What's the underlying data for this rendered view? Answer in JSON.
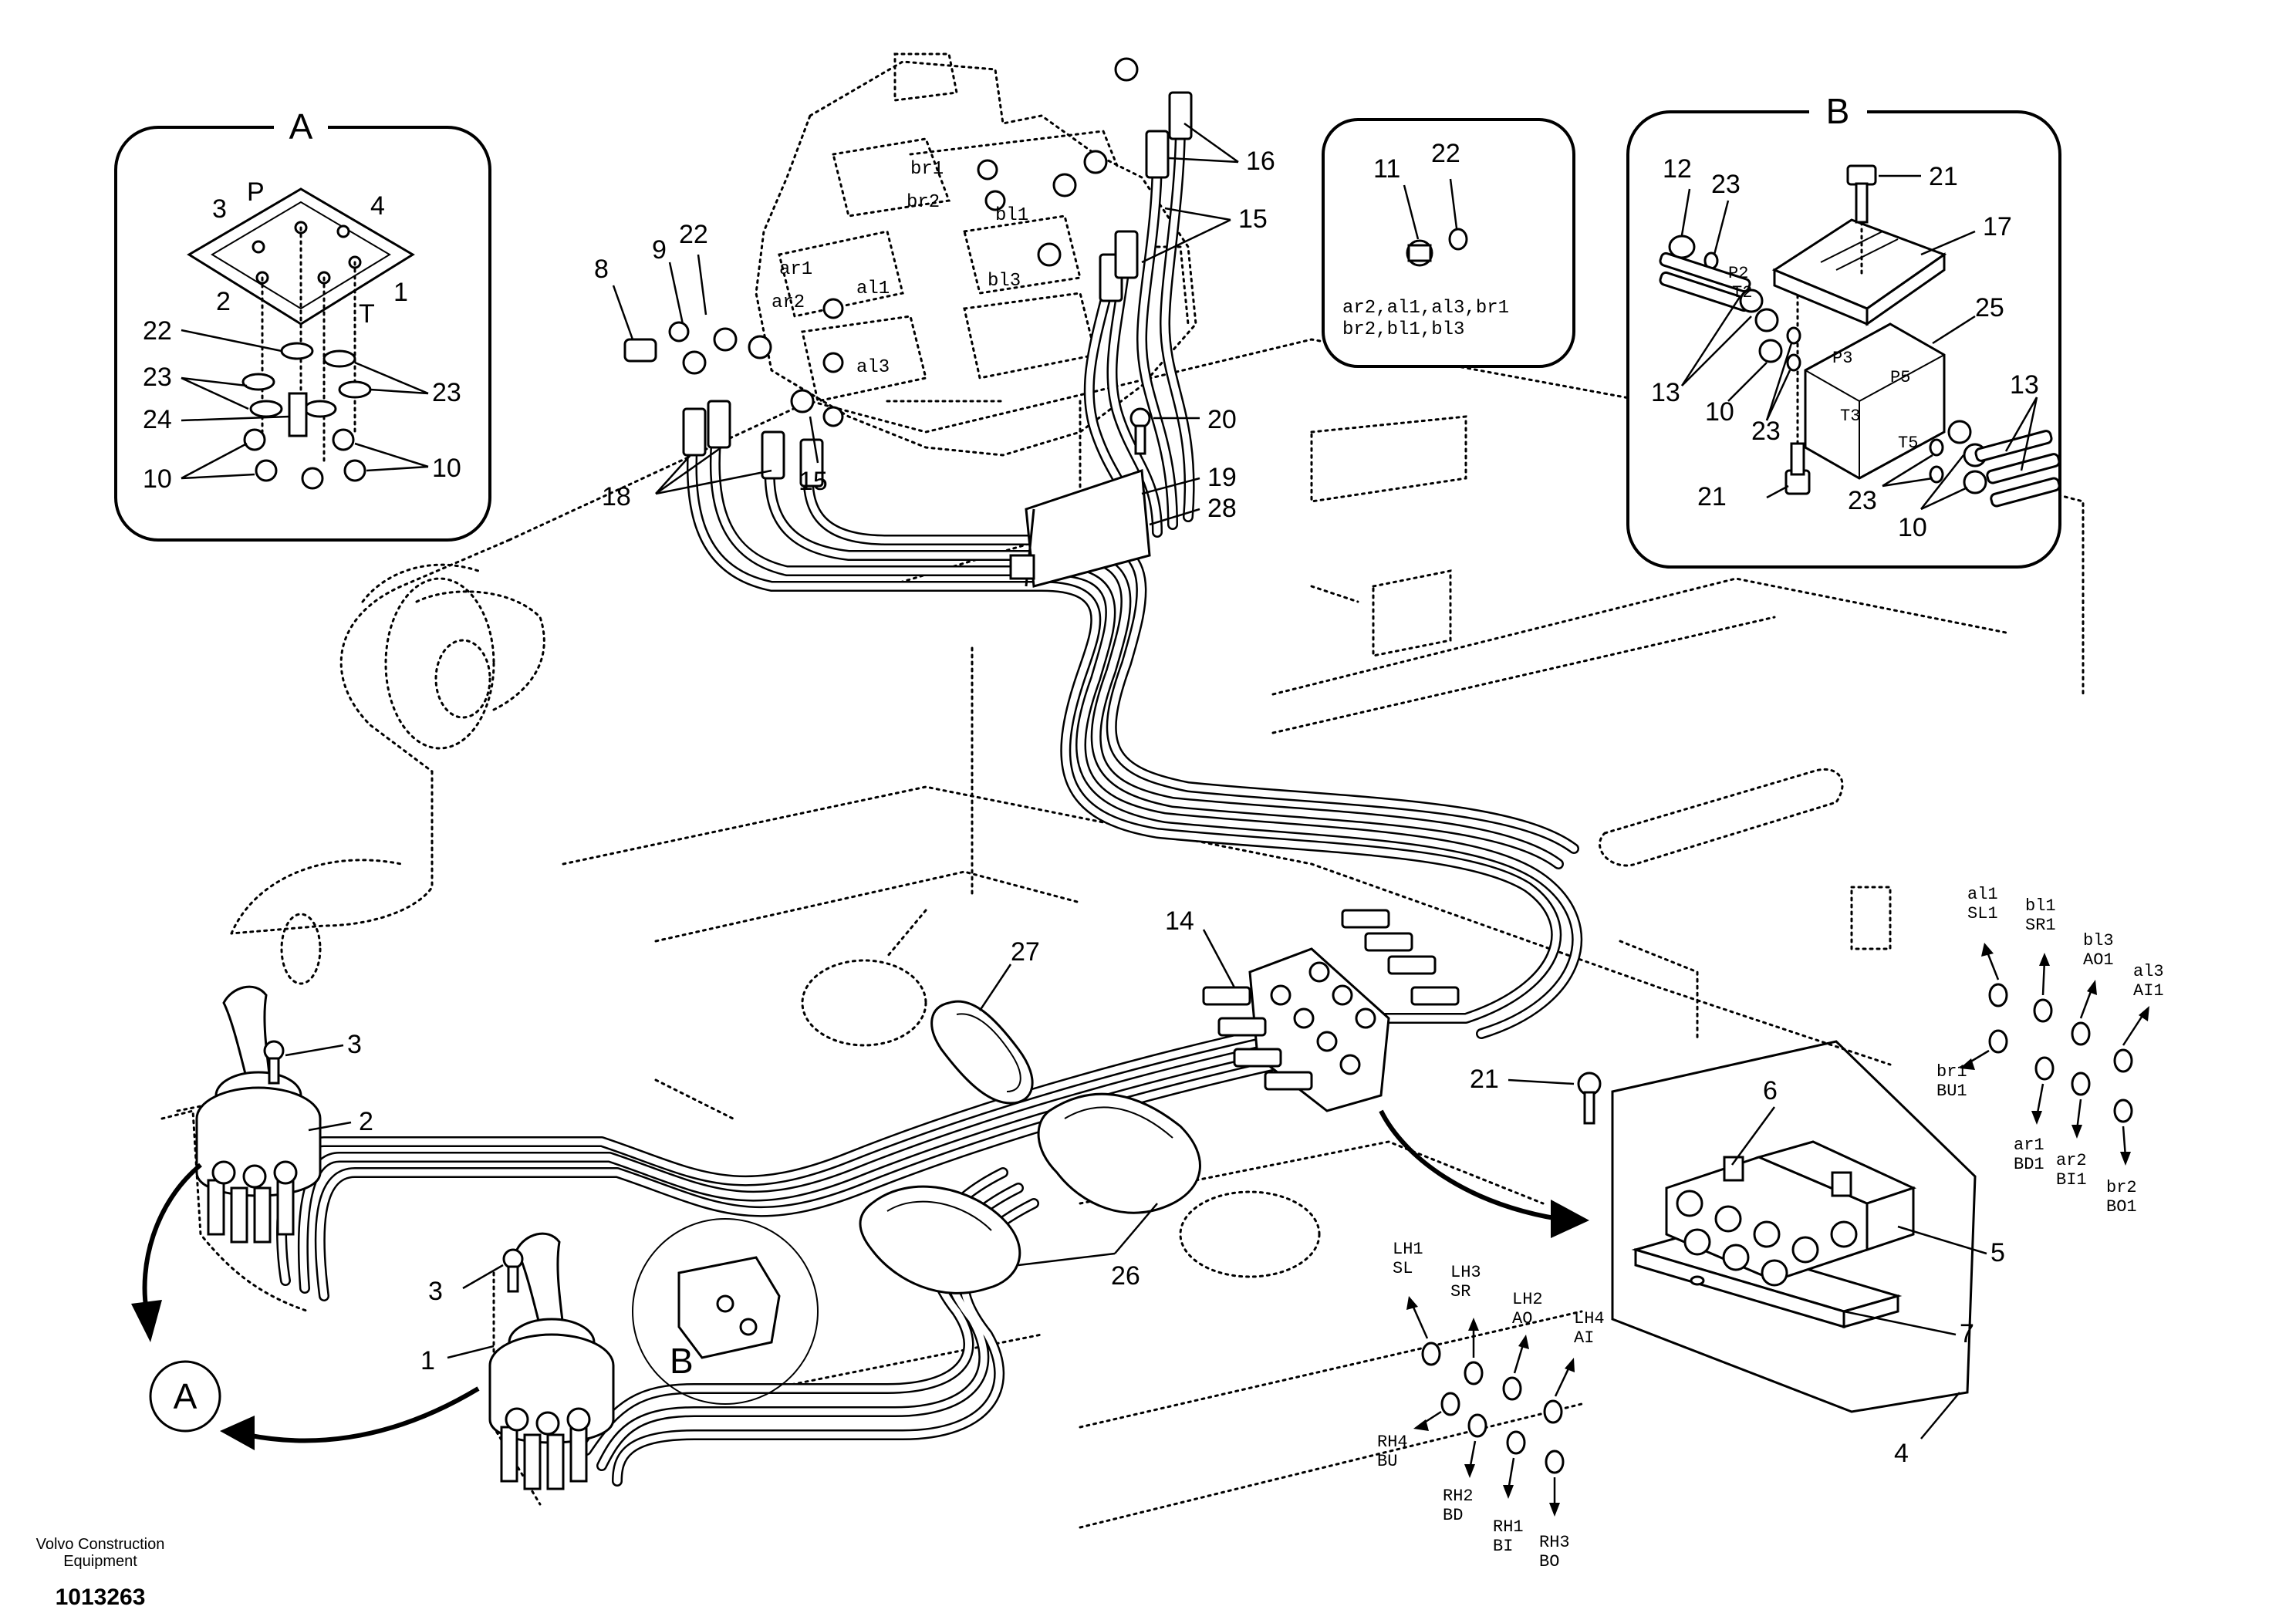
{
  "detail_a": {
    "title": "A",
    "ports": [
      "3",
      "P",
      "4",
      "2",
      "1",
      "T"
    ],
    "callouts": [
      "22",
      "23",
      "23",
      "24",
      "10",
      "10"
    ]
  },
  "detail_middle": {
    "callouts": [
      "11",
      "22"
    ],
    "port_list_line1": "ar2,al1,al3,br1",
    "port_list_line2": "br2,bl1,bl3"
  },
  "detail_b": {
    "title": "B",
    "callouts": [
      "12",
      "23",
      "21",
      "17",
      "25",
      "13",
      "10",
      "23",
      "13",
      "21",
      "23",
      "10"
    ],
    "ports": [
      "P2",
      "T2",
      "P3",
      "P5",
      "T3",
      "T5"
    ]
  },
  "valve": {
    "ports": [
      "br1",
      "br2",
      "bl1",
      "ar1",
      "al1",
      "ar2",
      "bl3",
      "al3"
    ],
    "callouts": [
      "16",
      "15",
      "8",
      "9",
      "22",
      "15",
      "18",
      "20",
      "19",
      "28"
    ]
  },
  "main_callouts": [
    "14",
    "27",
    "3",
    "2",
    "3",
    "1",
    "26",
    "21",
    "6",
    "5",
    "7",
    "4"
  ],
  "circle_refs": {
    "a": "A",
    "b": "B"
  },
  "right_ports": [
    {
      "top": "al1",
      "bottom": "SL1"
    },
    {
      "top": "bl1",
      "bottom": "SR1"
    },
    {
      "top": "bl3",
      "bottom": "AO1"
    },
    {
      "top": "al3",
      "bottom": "AI1"
    },
    {
      "top": "br1",
      "bottom": "BU1"
    },
    {
      "top": "ar1",
      "bottom": "BD1"
    },
    {
      "top": "ar2",
      "bottom": "BI1"
    },
    {
      "top": "br2",
      "bottom": "BO1"
    }
  ],
  "left_ports": [
    {
      "top": "LH1",
      "bottom": "SL"
    },
    {
      "top": "LH3",
      "bottom": "SR"
    },
    {
      "top": "LH2",
      "bottom": "AO"
    },
    {
      "top": "LH4",
      "bottom": "AI"
    },
    {
      "top": "RH4",
      "bottom": "BU"
    },
    {
      "top": "RH2",
      "bottom": "BD"
    },
    {
      "top": "RH1",
      "bottom": "BI"
    },
    {
      "top": "RH3",
      "bottom": "BO"
    }
  ],
  "footer": {
    "company_line1": "Volvo Construction",
    "company_line2": "Equipment",
    "drawing_number": "1013263"
  }
}
